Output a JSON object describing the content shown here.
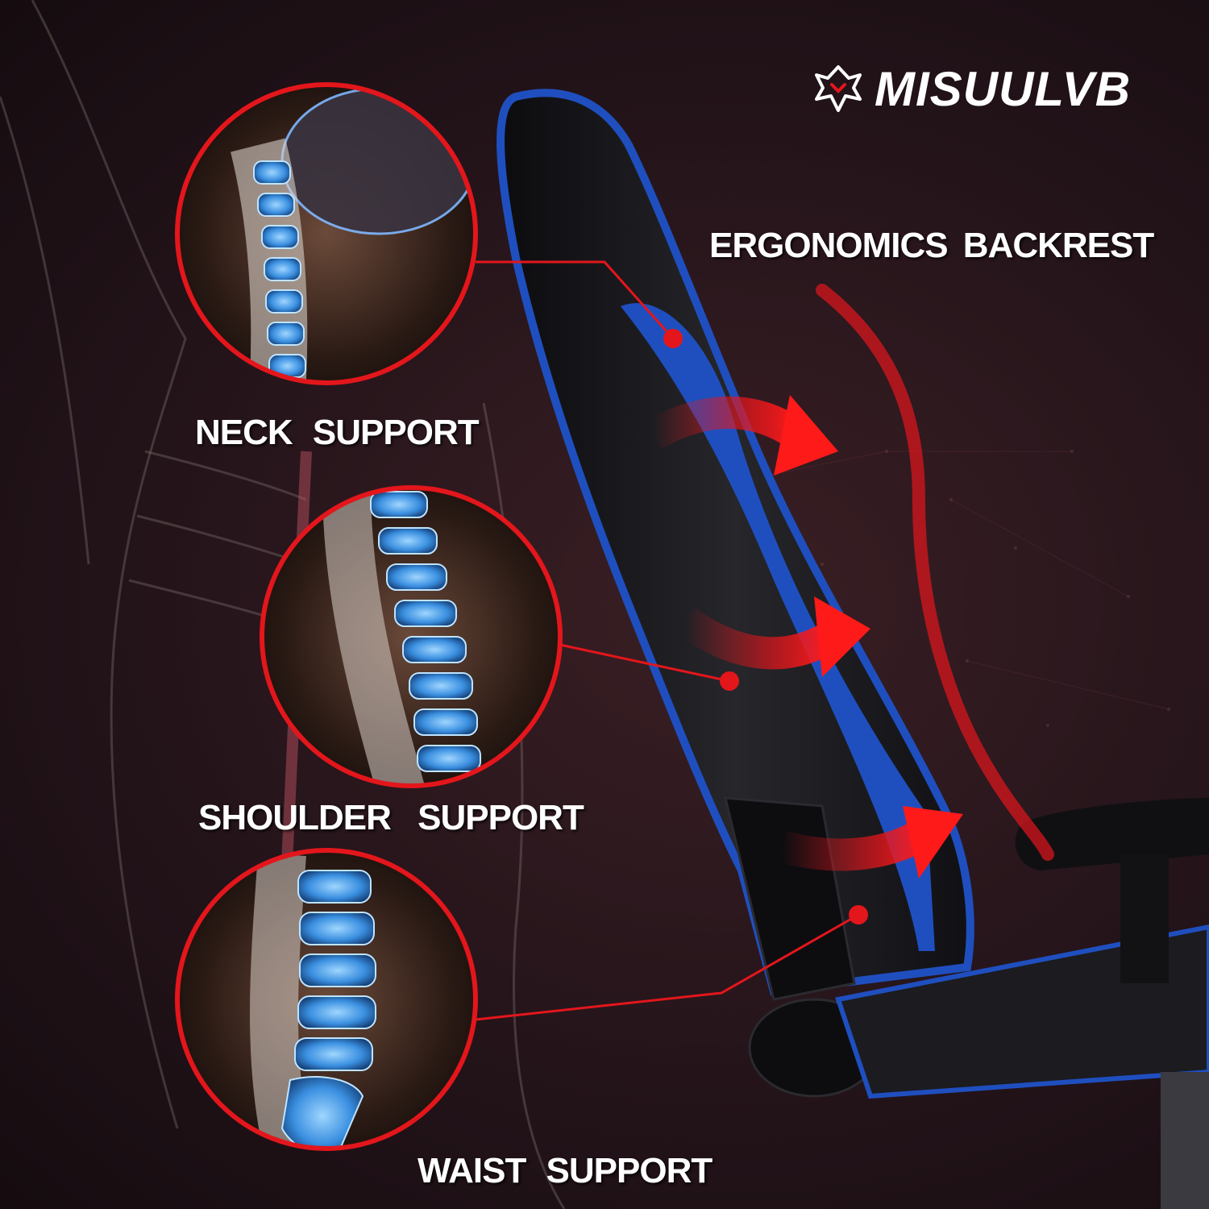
{
  "brand": {
    "name": "MISUULVB",
    "logo_icon": "eagle-emblem-icon"
  },
  "headline": "ERGONOMICS BACKREST",
  "callouts": [
    {
      "label": "NECK SUPPORT"
    },
    {
      "label": "SHOULDER SUPPORT"
    },
    {
      "label": "WAIST SUPPORT"
    }
  ],
  "colors": {
    "accent_red": "#e3161c",
    "chair_blue": "#1f4fbf",
    "spine_blue": "#4aa8ff",
    "background": "#24141a"
  }
}
